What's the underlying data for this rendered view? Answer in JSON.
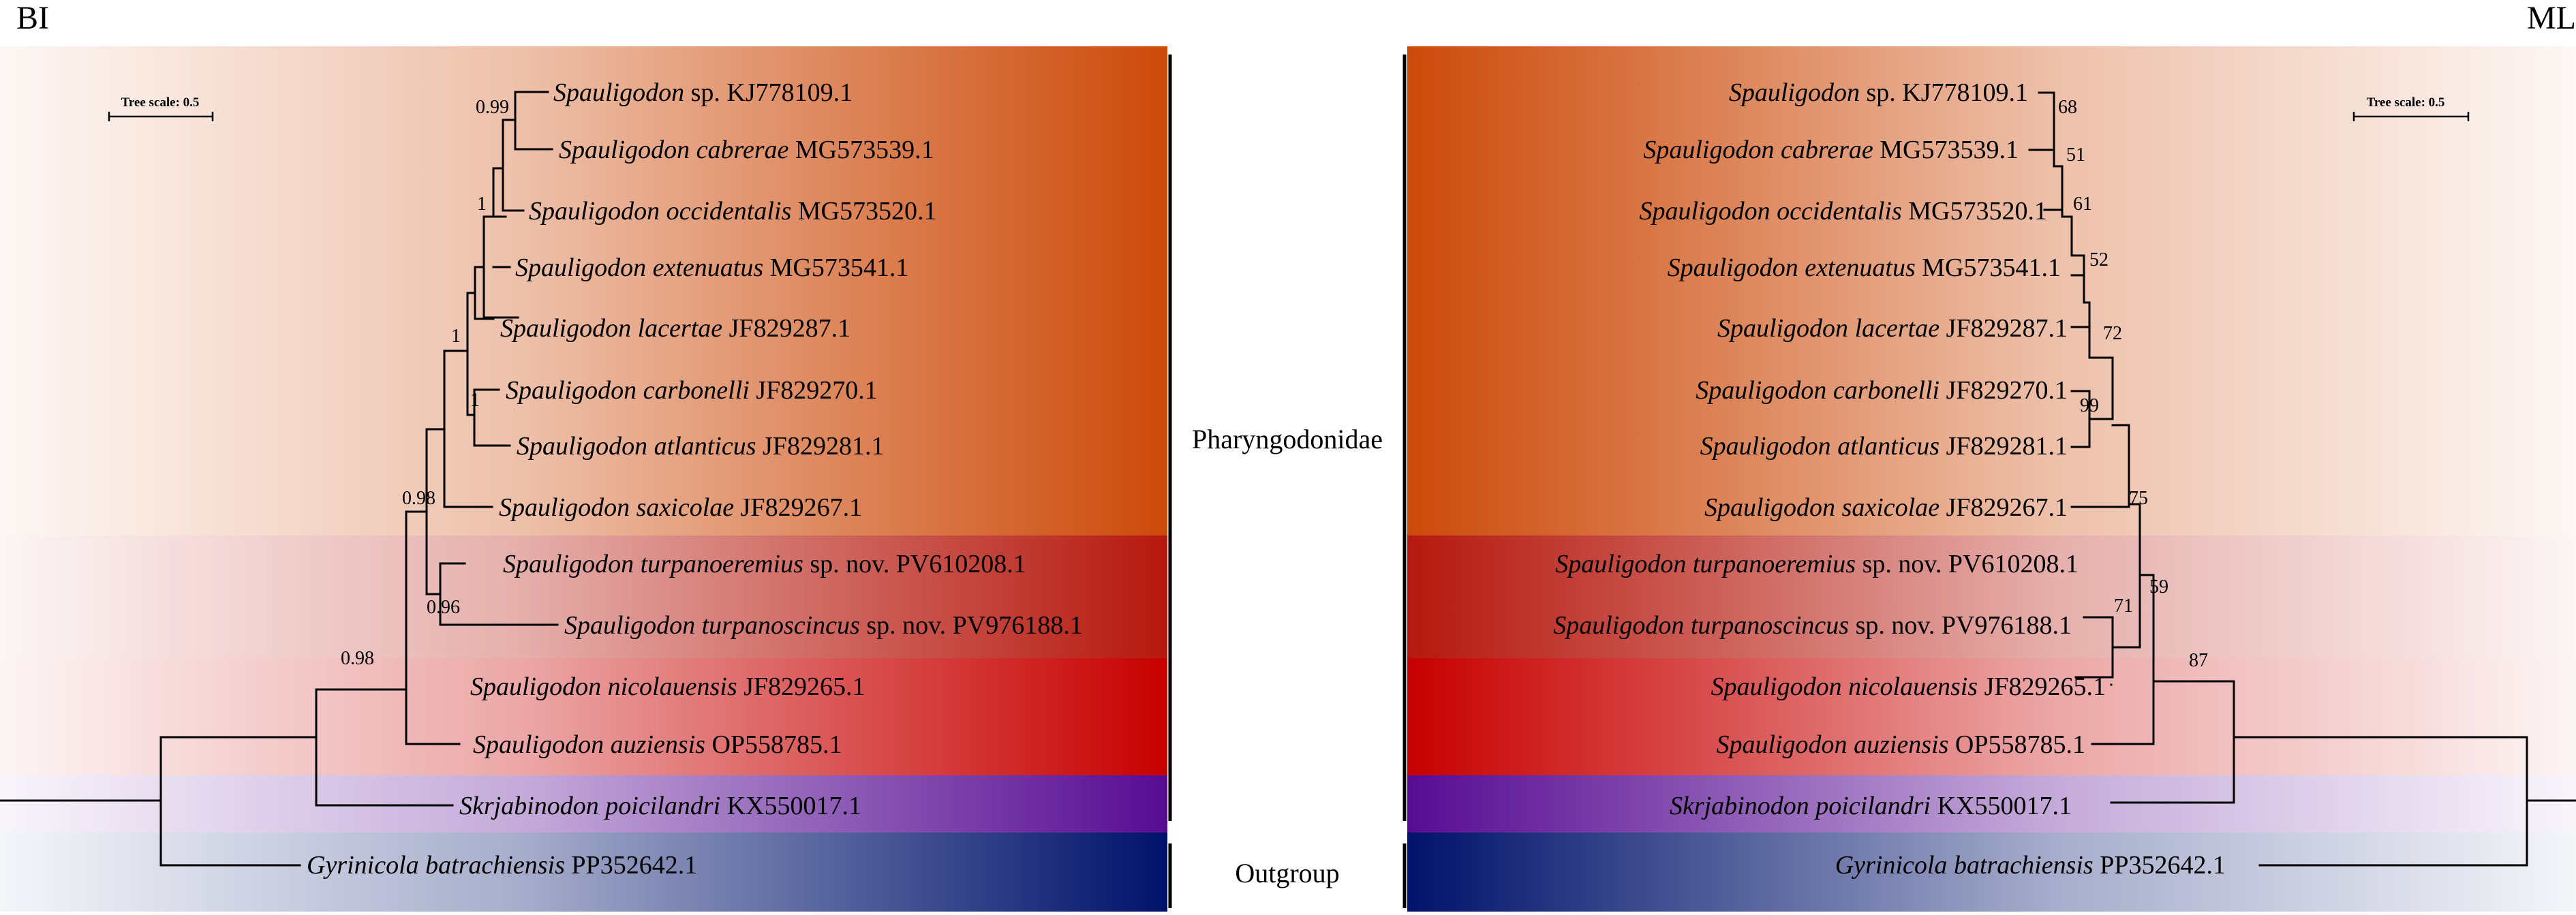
{
  "panels": {
    "left_label": "BI",
    "right_label": "ML",
    "tree_scale": "Tree scale: 0.5"
  },
  "groups": {
    "ingroup_label": "Pharyngodonidae",
    "outgroup_label": "Outgroup"
  },
  "taxa": [
    {
      "genus": "Spauligodon",
      "epithet": "sp.",
      "epithet_italic": false,
      "suffix": "",
      "accession": "KJ778109.1"
    },
    {
      "genus": "Spauligodon",
      "epithet": "cabrerae",
      "epithet_italic": true,
      "suffix": "",
      "accession": "MG573539.1"
    },
    {
      "genus": "Spauligodon",
      "epithet": "occidentalis",
      "epithet_italic": true,
      "suffix": "",
      "accession": "MG573520.1"
    },
    {
      "genus": "Spauligodon",
      "epithet": "extenuatus",
      "epithet_italic": true,
      "suffix": "",
      "accession": "MG573541.1"
    },
    {
      "genus": "Spauligodon",
      "epithet": "lacertae",
      "epithet_italic": true,
      "suffix": "",
      "accession": "JF829287.1"
    },
    {
      "genus": "Spauligodon",
      "epithet": "carbonelli",
      "epithet_italic": true,
      "suffix": "",
      "accession": "JF829270.1"
    },
    {
      "genus": "Spauligodon",
      "epithet": "atlanticus",
      "epithet_italic": true,
      "suffix": "",
      "accession": "JF829281.1"
    },
    {
      "genus": "Spauligodon",
      "epithet": "saxicolae",
      "epithet_italic": true,
      "suffix": "",
      "accession": "JF829267.1"
    },
    {
      "genus": "Spauligodon",
      "epithet": "turpanoeremius",
      "epithet_italic": true,
      "suffix": "sp. nov.",
      "accession": "PV610208.1"
    },
    {
      "genus": "Spauligodon",
      "epithet": "turpanoscincus",
      "epithet_italic": true,
      "suffix": "sp. nov.",
      "accession": "PV976188.1"
    },
    {
      "genus": "Spauligodon",
      "epithet": "nicolauensis",
      "epithet_italic": true,
      "suffix": "",
      "accession": "JF829265.1"
    },
    {
      "genus": "Spauligodon",
      "epithet": "auziensis",
      "epithet_italic": true,
      "suffix": "",
      "accession": "OP558785.1"
    },
    {
      "genus": "Skrjabinodon",
      "epithet": "poicilandri",
      "epithet_italic": true,
      "suffix": "",
      "accession": "KX550017.1"
    },
    {
      "genus": "Gyrinicola",
      "epithet": "batrachiensis",
      "epithet_italic": true,
      "suffix": "",
      "accession": "PP352642.1"
    }
  ],
  "bi_support": [
    "0.99",
    "1",
    "1",
    "1",
    "0.98",
    "0.96",
    "0.98"
  ],
  "ml_support": [
    "68",
    "51",
    "61",
    "52",
    "72",
    "99",
    "75",
    "71",
    "59",
    "87"
  ],
  "colors": {
    "band_1": "#cc4a0a",
    "band_2": "#b5180e",
    "band_3": "#c70000",
    "band_4": "#560c92",
    "band_5": "#00126a",
    "branch": "#000000"
  }
}
